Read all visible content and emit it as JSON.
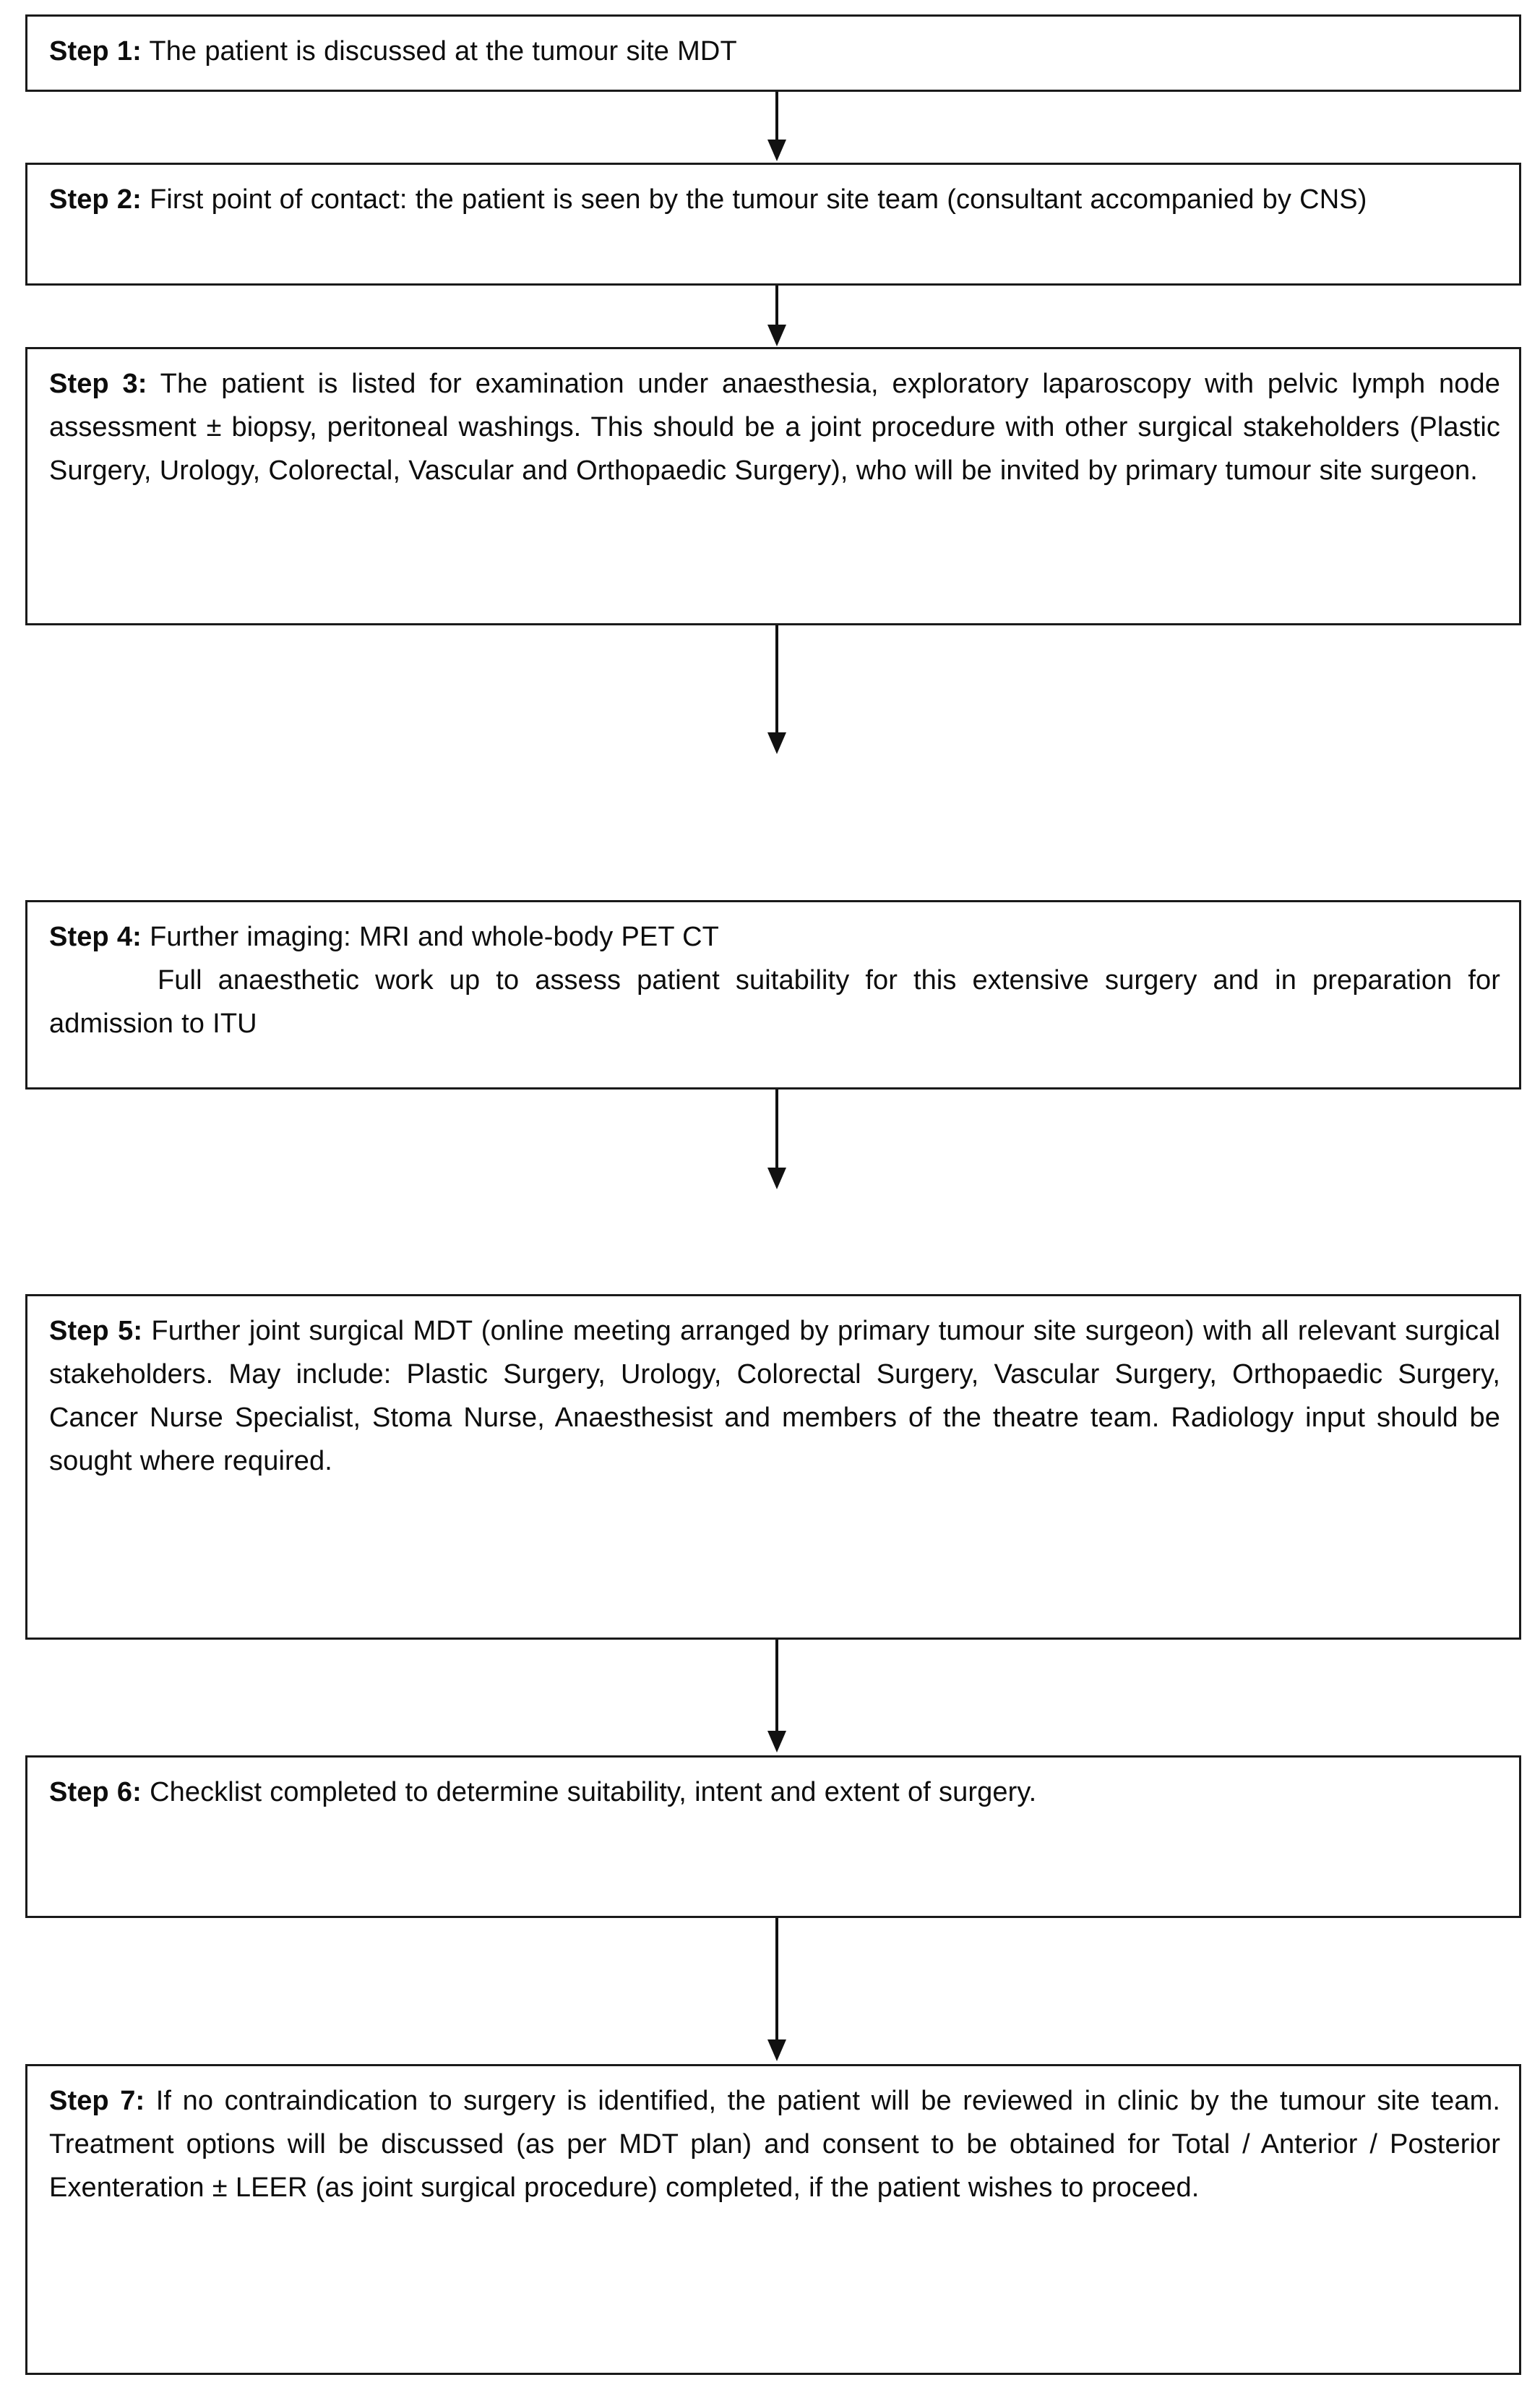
{
  "document": {
    "title": "Pelvic Exenteration Surgical Pathway",
    "type": "flowchart",
    "orientation": "vertical",
    "box_count": 7,
    "arrow_count": 6,
    "colors": {
      "border": "#1a1a1a",
      "text": "#0d0d0d",
      "background": "#ffffff",
      "arrow": "#111111"
    }
  },
  "steps": [
    {
      "id": "step-1",
      "label": "Step 1:",
      "paragraphs": [
        " The patient is discussed at the tumour site MDT"
      ]
    },
    {
      "id": "step-2",
      "label": "Step 2:",
      "paragraphs": [
        " First point of contact: the patient is seen by the tumour site team (consultant accompanied by CNS)"
      ]
    },
    {
      "id": "step-3",
      "label": "Step 3:",
      "paragraphs": [
        " The patient is listed for examination under anaesthesia, exploratory laparoscopy with pelvic lymph node assessment ± biopsy, peritoneal washings. This should be a joint procedure with other surgical stakeholders (Plastic Surgery, Urology, Colorectal, Vascular and Orthopaedic Surgery), who will be invited by primary tumour site surgeon."
      ]
    },
    {
      "id": "step-4",
      "label": "Step 4:",
      "paragraphs": [
        " Further imaging: MRI and whole-body PET CT",
        "Full anaesthetic work up to assess patient suitability for this extensive surgery and in preparation for admission to ITU"
      ]
    },
    {
      "id": "step-5",
      "label": "Step 5:",
      "paragraphs": [
        " Further joint surgical MDT (online meeting arranged by primary tumour site surgeon) with all relevant surgical stakeholders. May include: Plastic Surgery, Urology, Colorectal Surgery, Vascular Surgery, Orthopaedic Surgery, Cancer Nurse Specialist, Stoma Nurse, Anaesthesist and members of the theatre team. Radiology input should be sought where required."
      ]
    },
    {
      "id": "step-6",
      "label": "Step 6:",
      "paragraphs": [
        " Checklist completed to determine suitability, intent and extent of surgery."
      ]
    },
    {
      "id": "step-7",
      "label": "Step 7:",
      "paragraphs": [
        "  If no contraindication to surgery is identified, the patient will be reviewed in clinic by the tumour site team. Treatment options will be discussed (as per MDT plan) and consent to be obtained for Total / Anterior / Posterior Exenteration ± LEER (as joint surgical procedure) completed, if the patient wishes to proceed."
      ]
    }
  ],
  "arrows": [
    {
      "id": "arrow-1",
      "from": "step-1",
      "to": "step-2",
      "direction": "down"
    },
    {
      "id": "arrow-2",
      "from": "step-2",
      "to": "step-3",
      "direction": "down"
    },
    {
      "id": "arrow-3",
      "from": "step-3",
      "to": "step-4",
      "direction": "down"
    },
    {
      "id": "arrow-4",
      "from": "step-4",
      "to": "step-5",
      "direction": "down"
    },
    {
      "id": "arrow-5",
      "from": "step-5",
      "to": "step-6",
      "direction": "down"
    },
    {
      "id": "arrow-6",
      "from": "step-6",
      "to": "step-7",
      "direction": "down"
    }
  ]
}
